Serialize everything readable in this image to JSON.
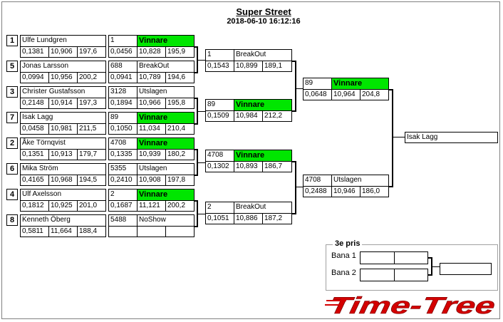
{
  "header": {
    "title": "Super Street",
    "datetime": "2018-06-10 16:12:16"
  },
  "round1": [
    {
      "seed": "1",
      "name": "Ulfe Lundgren",
      "rt": "0,1381",
      "et": "10,906",
      "mph": "197,6",
      "opp_id": "1",
      "status": "Vinnare",
      "opp_rt": "0,0456",
      "opp_et": "10,828",
      "opp_mph": "195,9"
    },
    {
      "seed": "5",
      "name": "Jonas Larsson",
      "rt": "0,0994",
      "et": "10,956",
      "mph": "200,2",
      "opp_id": "688",
      "status": "BreakOut",
      "opp_rt": "0,0941",
      "opp_et": "10,789",
      "opp_mph": "194,6"
    },
    {
      "seed": "3",
      "name": "Christer Gustafsson",
      "rt": "0,2148",
      "et": "10,914",
      "mph": "197,3",
      "opp_id": "3128",
      "status": "Utslagen",
      "opp_rt": "0,1894",
      "opp_et": "10,966",
      "opp_mph": "195,8"
    },
    {
      "seed": "7",
      "name": "Isak Lagg",
      "rt": "0,0458",
      "et": "10,981",
      "mph": "211,5",
      "opp_id": "89",
      "status": "Vinnare",
      "opp_rt": "0,1050",
      "opp_et": "11,034",
      "opp_mph": "210,4"
    },
    {
      "seed": "2",
      "name": "Åke Törnqvist",
      "rt": "0,1351",
      "et": "10,913",
      "mph": "179,7",
      "opp_id": "4708",
      "status": "Vinnare",
      "opp_rt": "0,1335",
      "opp_et": "10,939",
      "opp_mph": "180,2"
    },
    {
      "seed": "6",
      "name": "Mika Ström",
      "rt": "0,4165",
      "et": "10,968",
      "mph": "194,5",
      "opp_id": "5355",
      "status": "Utslagen",
      "opp_rt": "0,2410",
      "opp_et": "10,908",
      "opp_mph": "197,8"
    },
    {
      "seed": "4",
      "name": "Ulf Axelsson",
      "rt": "0,1812",
      "et": "10,925",
      "mph": "201,0",
      "opp_id": "2",
      "status": "Vinnare",
      "opp_rt": "0,1687",
      "opp_et": "11,121",
      "opp_mph": "200,2"
    },
    {
      "seed": "8",
      "name": "Kenneth Öberg",
      "rt": "0,5811",
      "et": "11,664",
      "mph": "188,4",
      "opp_id": "5488",
      "status": "NoShow",
      "opp_rt": "",
      "opp_et": "",
      "opp_mph": ""
    }
  ],
  "round2": [
    {
      "id": "1",
      "status": "BreakOut",
      "rt": "0,1543",
      "et": "10,899",
      "mph": "189,1"
    },
    {
      "id": "89",
      "status": "Vinnare",
      "rt": "0,1509",
      "et": "10,984",
      "mph": "212,2"
    },
    {
      "id": "4708",
      "status": "Vinnare",
      "rt": "0,1302",
      "et": "10,893",
      "mph": "186,7"
    },
    {
      "id": "2",
      "status": "BreakOut",
      "rt": "0,1051",
      "et": "10,886",
      "mph": "187,2"
    }
  ],
  "semis": [
    {
      "id": "89",
      "status": "Vinnare",
      "rt": "0,0648",
      "et": "10,964",
      "mph": "204,8"
    },
    {
      "id": "4708",
      "status": "Utslagen",
      "rt": "0,2488",
      "et": "10,946",
      "mph": "186,0"
    }
  ],
  "final": {
    "winner": "Isak Lagg"
  },
  "third_place": {
    "title": "3e pris",
    "lane1": "Bana 1",
    "lane2": "Bana 2"
  },
  "brand": {
    "logo_text": "Time-Tree",
    "color": "#d40000"
  }
}
